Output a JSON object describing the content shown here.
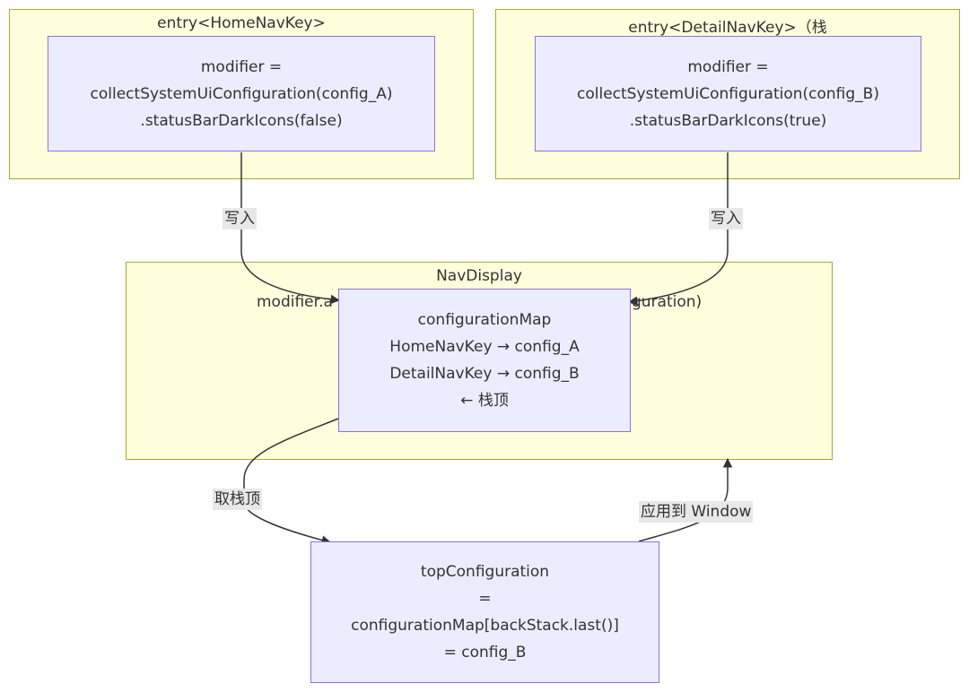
{
  "clusters": {
    "home_entry": {
      "title": "entry<HomeNavKey>"
    },
    "detail_entry": {
      "title": "entry<DetailNavKey>（栈"
    },
    "nav_display": {
      "title": "NavDisplay",
      "subtitle_left": "modifier.a",
      "subtitle_right": "guration)"
    }
  },
  "nodes": {
    "home_modifier": {
      "lines": [
        "modifier =",
        "collectSystemUiConfiguration(config_A)",
        ".statusBarDarkIcons(false)"
      ]
    },
    "detail_modifier": {
      "lines": [
        "modifier =",
        "collectSystemUiConfiguration(config_B)",
        ".statusBarDarkIcons(true)"
      ]
    },
    "configuration_map": {
      "lines": [
        "configurationMap",
        "HomeNavKey → config_A",
        "DetailNavKey → config_B",
        "← 栈顶"
      ]
    },
    "top_configuration": {
      "lines": [
        "topConfiguration",
        "=",
        "configurationMap[backStack.last()]",
        "= config_B"
      ]
    }
  },
  "edges": {
    "home_write": "写入",
    "detail_write": "写入",
    "take_top": "取栈顶",
    "apply_window": "应用到 Window"
  },
  "colors": {
    "cluster_fill": "#ffffde",
    "cluster_border": "#aaaa33",
    "node_fill": "#ececff",
    "node_border": "#9370db",
    "edge": "#333333",
    "label_bg": "#e8e8e8"
  }
}
